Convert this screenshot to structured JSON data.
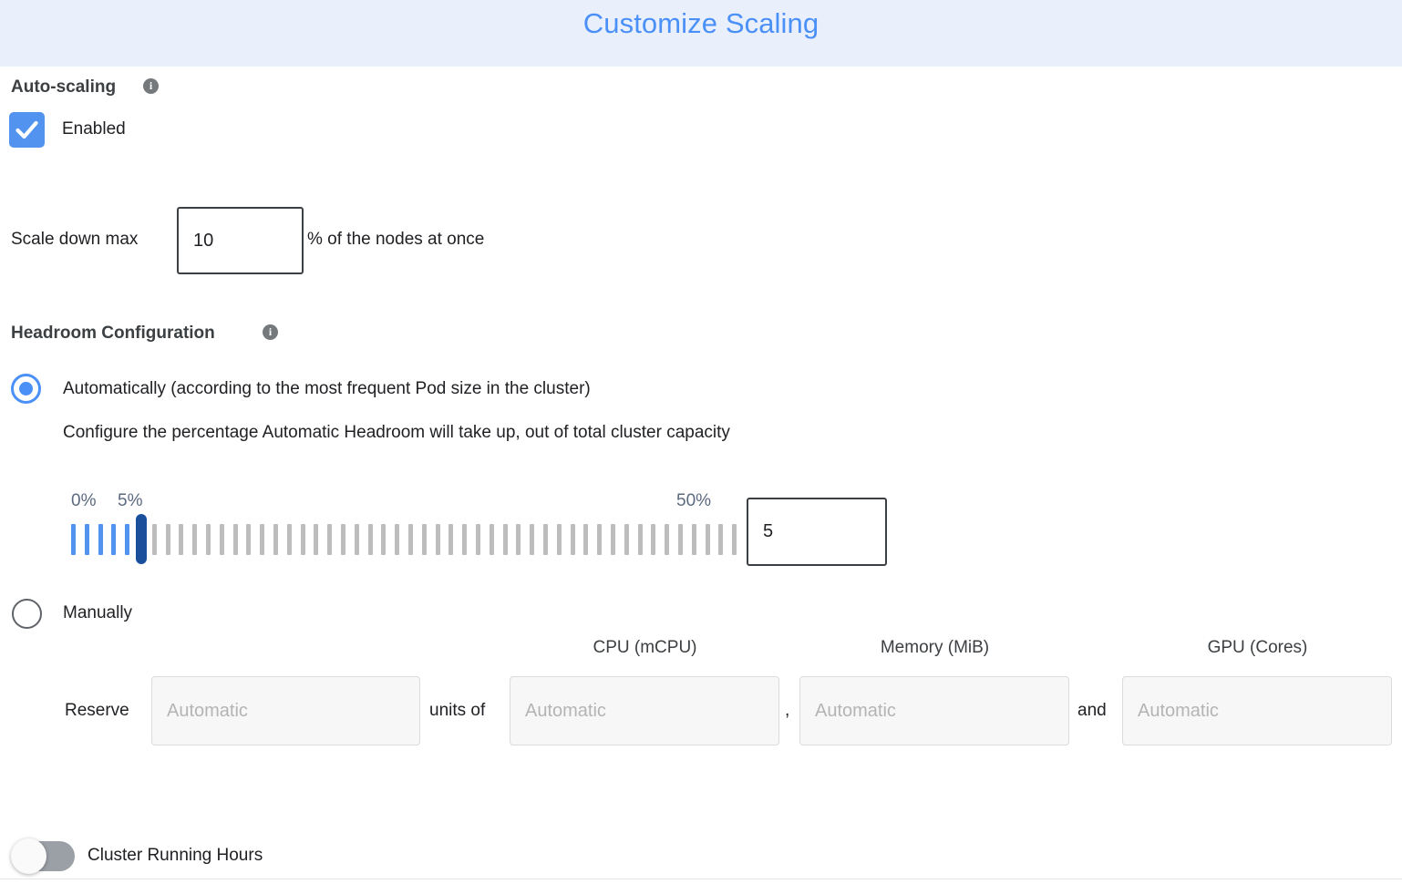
{
  "header": {
    "title": "Customize Scaling",
    "band_color": "#e9f0fc",
    "title_color": "#4a90f7"
  },
  "autoscaling": {
    "section_label": "Auto-scaling",
    "info_glyph": "i",
    "checkbox_label": "Enabled",
    "checkbox_checked": true,
    "checkbox_color": "#5393f0",
    "scale_down_prefix": "Scale down max",
    "scale_down_value": "10",
    "scale_down_suffix": "% of the nodes at once"
  },
  "headroom": {
    "section_label": "Headroom Configuration",
    "info_glyph": "i",
    "option_automatic": {
      "label": "Automatically (according to the most frequent Pod size in the cluster)",
      "selected": true,
      "description": "Configure the percentage Automatic Headroom will take up, out of total cluster capacity"
    },
    "option_manual": {
      "label": "Manually",
      "selected": false
    },
    "slider": {
      "min_label": "0%",
      "current_label": "5%",
      "max_label": "50%",
      "min_value": 0,
      "max_value": 50,
      "value": 5,
      "tick_count": 50,
      "active_tick_color": "#5393f0",
      "inactive_tick_color": "#bdbdbd",
      "thumb_color": "#1a4f9c"
    },
    "value_input": "5",
    "reserve_row": {
      "reserve_label": "Reserve",
      "units_of_label": "units of",
      "comma_label": ",",
      "and_label": "and",
      "columns": [
        {
          "header": "",
          "placeholder": "Automatic",
          "value": ""
        },
        {
          "header": "CPU (mCPU)",
          "placeholder": "Automatic",
          "value": ""
        },
        {
          "header": "Memory (MiB)",
          "placeholder": "Automatic",
          "value": ""
        },
        {
          "header": "GPU (Cores)",
          "placeholder": "Automatic",
          "value": ""
        }
      ]
    }
  },
  "cluster_running_hours": {
    "label": "Cluster Running Hours",
    "enabled": false,
    "track_color": "#9aa0a6"
  }
}
